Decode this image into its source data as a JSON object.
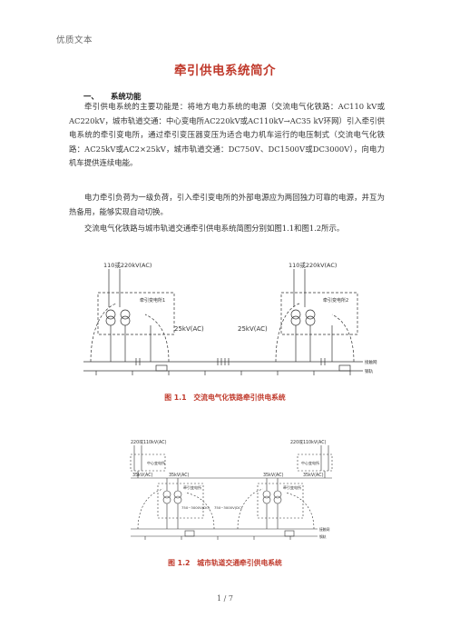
{
  "header": "优质文本",
  "title": "牵引供电系统简介",
  "section": {
    "number": "一、",
    "title": "系统功能"
  },
  "para1": "牵引供电系统的主要功能是：将地方电力系统的电源（交流电气化铁路：AC110 kV或AC220kV，城市轨道交通：中心变电所AC220kV或AC110kV→AC35 kV环网）引入牵引供电系统的牵引变电所，通过牵引变压器变压为适合电力机车运行的电压制式（交流电气化铁路：AC25kV或AC2×25kV，城市轨道交通：DC750V、DC1500V或DC3000V），向电力机车提供连续电能。",
  "para2": "电力牵引负荷为一级负荷，引入牵引变电所的外部电源应为两回独力可靠的电源，并互为热备用，能够实现自动切换。",
  "para3": "交流电气化铁路与城市轨道交通牵引供电系统简图分别如图1.1和图1.2所示。",
  "figure1": {
    "caption": "图 1.1　交流电气化铁路牵引供电系统",
    "labels": {
      "source_left": "110或220kV(AC)",
      "source_right": "110或220kV(AC)",
      "substation_left": "牵引变电所1",
      "substation_right": "牵引变电所2",
      "voltage_left": "25kV(AC)",
      "voltage_right": "25kV(AC)",
      "catenary": "接触网",
      "rail": "钢轨"
    }
  },
  "figure2": {
    "caption": "图 1.2　城市轨道交通牵引供电系统",
    "labels": {
      "source_left": "220或110kV(AC)",
      "source_right": "220或110kV(AC)",
      "center_left": "中心变电所",
      "center_right": "中心变电所",
      "ring_left": "35kV(AC)",
      "ring_mid_left": "35kV(AC)",
      "ring_mid_right": "35kV(AC)",
      "ring_right": "35kV(AC)",
      "substation_left": "牵引变电所",
      "substation_right": "牵引变电所",
      "dc_left": "750~3000V(DC)",
      "dc_right": "750~3000V(DC)",
      "catenary": "接触网",
      "rail": "钢轨"
    }
  },
  "footer": "1 / 7"
}
